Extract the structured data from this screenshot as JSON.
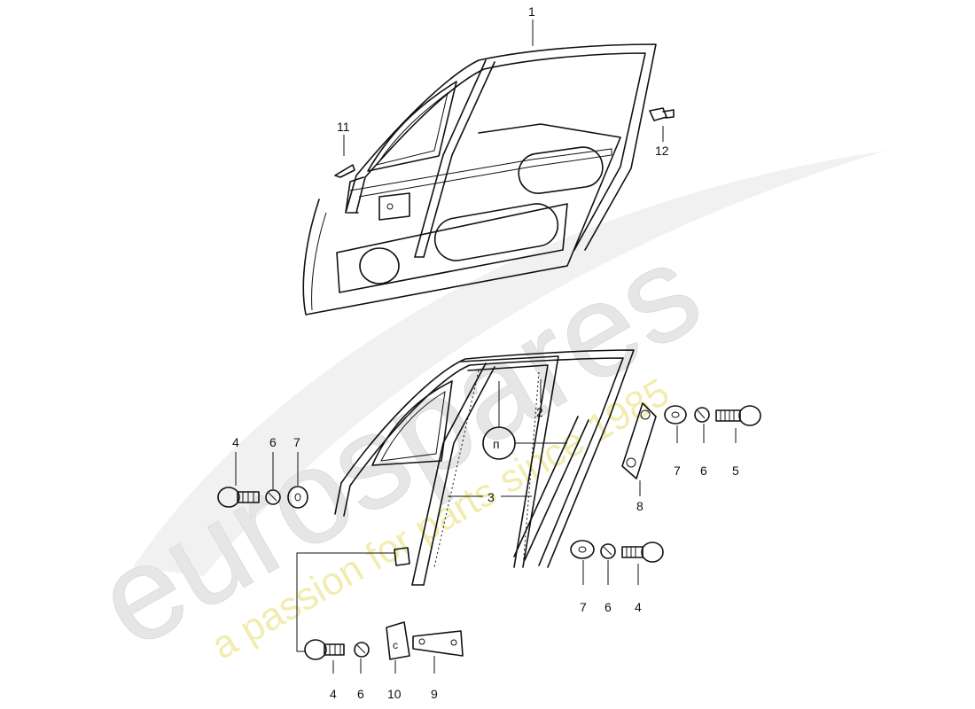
{
  "diagram": {
    "callouts": [
      {
        "id": "c1",
        "text": "1"
      },
      {
        "id": "c2",
        "text": "2"
      },
      {
        "id": "c3",
        "text": "3"
      },
      {
        "id": "c4a",
        "text": "4"
      },
      {
        "id": "c6a",
        "text": "6"
      },
      {
        "id": "c7a",
        "text": "7"
      },
      {
        "id": "c7b",
        "text": "7"
      },
      {
        "id": "c6b",
        "text": "6"
      },
      {
        "id": "c5",
        "text": "5"
      },
      {
        "id": "c8",
        "text": "8"
      },
      {
        "id": "c7c",
        "text": "7"
      },
      {
        "id": "c6c",
        "text": "6"
      },
      {
        "id": "c4b",
        "text": "4"
      },
      {
        "id": "c4c",
        "text": "4"
      },
      {
        "id": "c6d",
        "text": "6"
      },
      {
        "id": "c10",
        "text": "10"
      },
      {
        "id": "c9",
        "text": "9"
      },
      {
        "id": "c11",
        "text": "11"
      },
      {
        "id": "c12",
        "text": "12"
      }
    ],
    "symbol": "п"
  },
  "watermark": {
    "brand": "eurospares",
    "tagline": "a passion for parts since 1985",
    "brand_color": "#e6e6e6",
    "tagline_color": "#f2ecb0"
  }
}
